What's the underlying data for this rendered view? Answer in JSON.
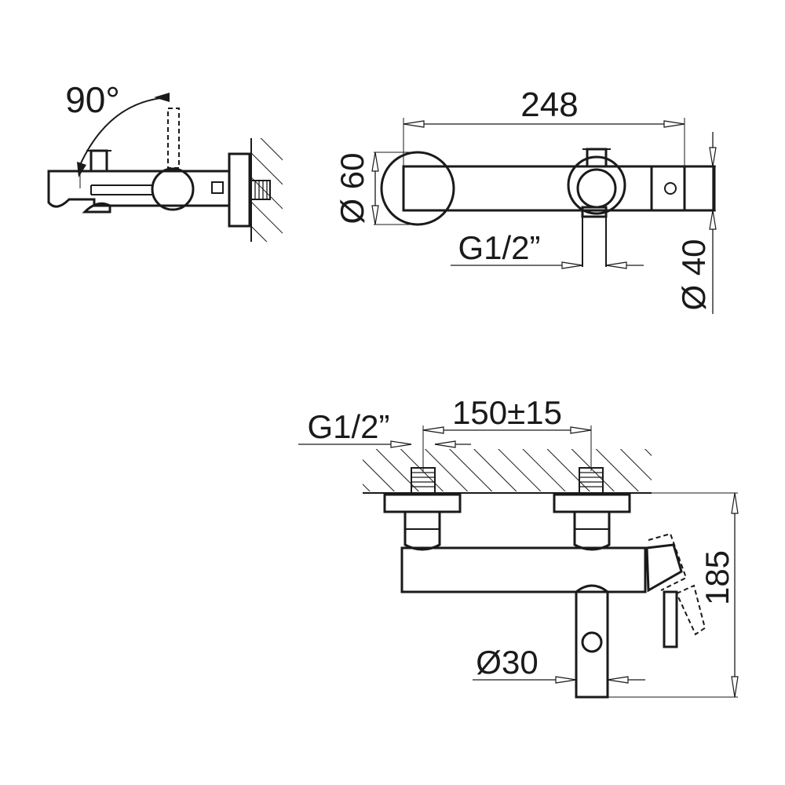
{
  "dimensions": {
    "side_angle": "90°",
    "top_length": "248",
    "top_body_diameter": "Ø 60",
    "top_connection_thread": "G1/2”",
    "top_end_diameter": "Ø 40",
    "front_thread": "G1/2”",
    "front_center_distance": "150±15",
    "front_height": "185",
    "front_spout_diameter": "Ø30"
  }
}
